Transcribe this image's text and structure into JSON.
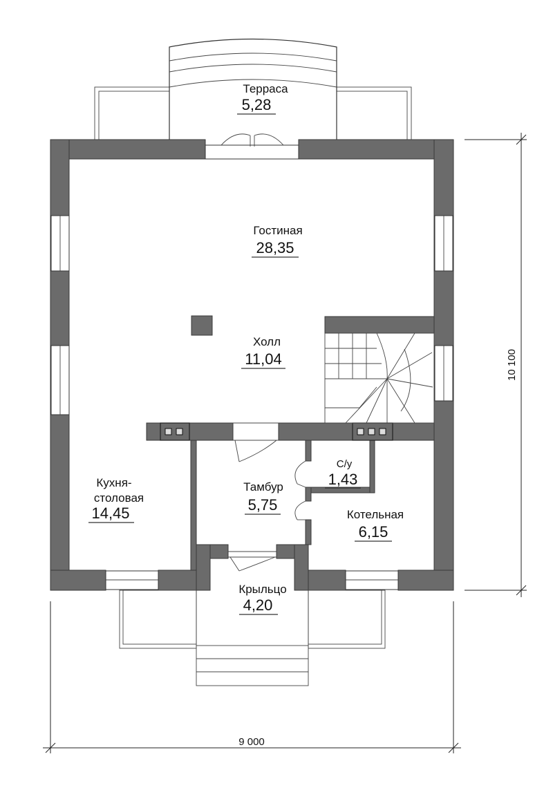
{
  "rooms": [
    {
      "name": "Терраса",
      "area": "5,28"
    },
    {
      "name": "Гостиная",
      "area": "28,35"
    },
    {
      "name": "Холл",
      "area": "11,04"
    },
    {
      "name": "Кухня-",
      "name2": "столовая",
      "area": "14,45"
    },
    {
      "name": "Тамбур",
      "area": "5,75"
    },
    {
      "name": "С/у",
      "area": "1,43"
    },
    {
      "name": "Котельная",
      "area": "6,15"
    },
    {
      "name": "Крыльцо",
      "area": "4,20"
    }
  ],
  "dimensions": {
    "width": "9 000",
    "height": "10 100"
  }
}
